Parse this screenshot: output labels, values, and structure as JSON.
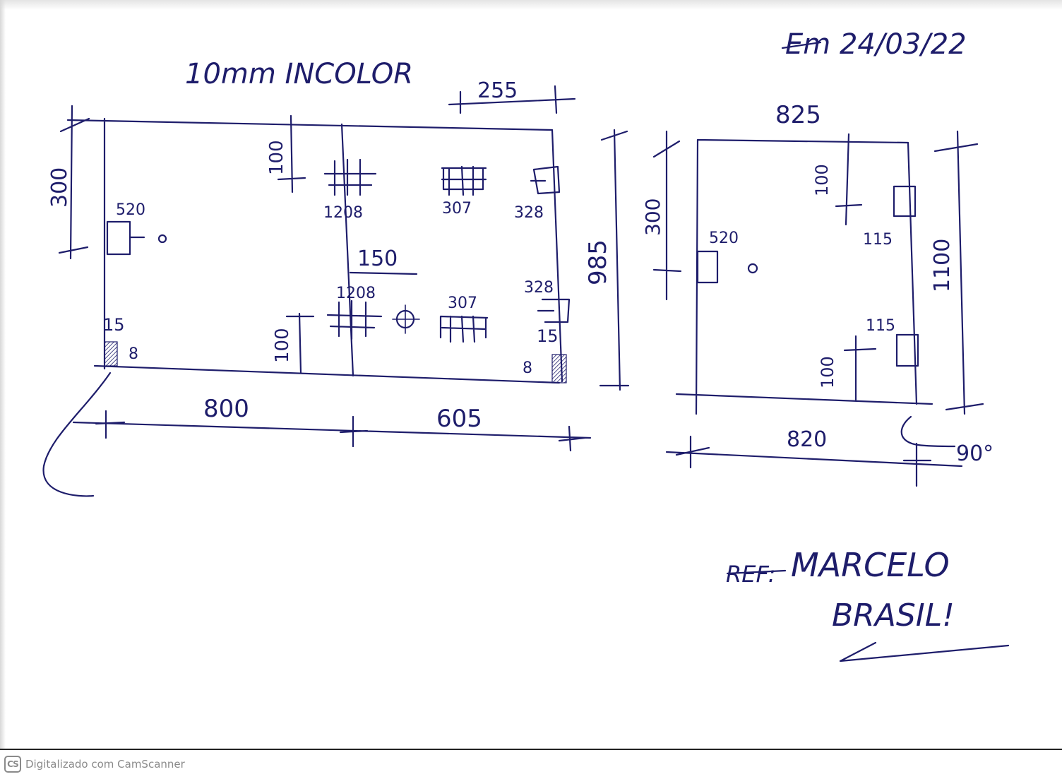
{
  "header": {
    "title": "10mm INCOLOR",
    "date_stamp": "Em 24/03/22"
  },
  "panel_left": {
    "dim_255": "255",
    "dim_300": "300",
    "dim_100_top": "100",
    "dim_100_bottom": "100",
    "dim_985": "985",
    "dim_150": "150",
    "dim_15_left": "15",
    "dim_15_right": "15",
    "dim_8_left": "8",
    "dim_8_right": "8",
    "dim_800": "800",
    "dim_605": "605",
    "hw_520": "520",
    "hw_1208_top": "1208",
    "hw_307_top": "307",
    "hw_328_top": "328",
    "hw_1208_bottom": "1208",
    "hw_307_bottom": "307",
    "hw_328_bottom": "328"
  },
  "panel_right": {
    "dim_825": "825",
    "dim_300": "300",
    "dim_100_top": "100",
    "dim_100_bottom": "100",
    "dim_1100": "1100",
    "dim_820": "820",
    "angle": "90°",
    "hw_520": "520",
    "hw_115_top": "115",
    "hw_115_bottom": "115"
  },
  "signature": {
    "ref": "REF:",
    "name_line1": "MARCELO",
    "name_line2": "BRASIL!"
  },
  "footer": {
    "logo": "CS",
    "text": "Digitalizado com CamScanner"
  },
  "colors": {
    "ink": "#1e1d6b",
    "footer_text": "#8a8a8a"
  }
}
